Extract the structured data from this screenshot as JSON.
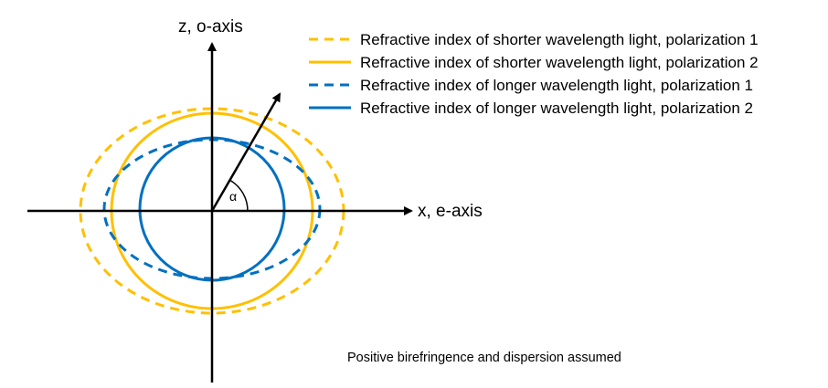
{
  "axes": {
    "x_label": "x, e-axis",
    "z_label": "z, o-axis"
  },
  "angle_label": "α",
  "legend": [
    {
      "label": "Refractive index of shorter wavelength light, polarization 1",
      "color": "#FFC000",
      "style": "dashed"
    },
    {
      "label": "Refractive index of shorter wavelength light, polarization 2",
      "color": "#FFC000",
      "style": "solid"
    },
    {
      "label": "Refractive index of longer wavelength light, polarization 1",
      "color": "#0070C0",
      "style": "dashed"
    },
    {
      "label": "Refractive index of longer wavelength light, polarization 2",
      "color": "#0070C0",
      "style": "solid"
    }
  ],
  "note": "Positive birefringence and dispersion assumed",
  "colors": {
    "axis": "#000000",
    "shorter_wavelength": "#FFC000",
    "longer_wavelength": "#0070C0"
  }
}
